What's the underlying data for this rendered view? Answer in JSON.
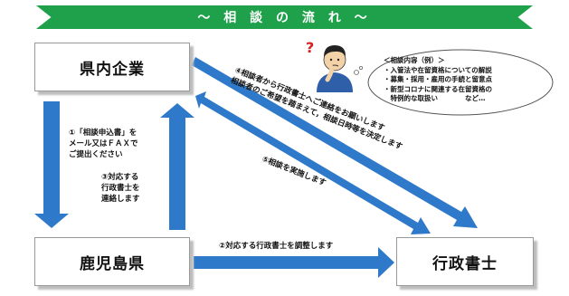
{
  "header": {
    "title": "～ 相 談 の 流 れ ～"
  },
  "boxes": {
    "company": "県内企業",
    "prefecture": "鹿児島県",
    "scrivener": "行政書士"
  },
  "steps": {
    "step1": [
      "①「相談申込書」を",
      "メール又はＦＡＸで",
      "ご提出ください"
    ],
    "step2": "②対応する行政書士を調整します",
    "step3": [
      "③対応する",
      "行政書士を",
      "連絡します"
    ],
    "step4": [
      "④相談者から行政書士へご連絡をお願いします",
      "相談者のご希望を踏まえて，相談日時等を決定します"
    ],
    "step5": "⑤相談を実施します"
  },
  "consultation": {
    "heading": "＜相談内容（例）＞",
    "items": [
      "・入管法や在留資格についての解説",
      "・募集・採用・雇用の手続と留意点",
      "・新型コロナに関連する在留資格の",
      "　特例的な取扱い　　　　など…"
    ]
  },
  "colors": {
    "banner": "#1ea14a",
    "arrow": "#2e79c9"
  },
  "icons": {
    "person": "thinking-person-icon",
    "question": "question-mark-icon"
  }
}
